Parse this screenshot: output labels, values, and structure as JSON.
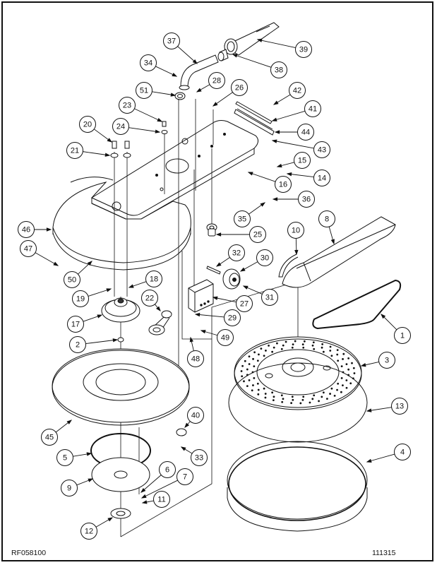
{
  "drawing": {
    "drawing_number": "RF058100",
    "revision_code": "111315",
    "line_color": "#111111",
    "background_color": "#ffffff"
  },
  "callouts": [
    {
      "label": "1",
      "part": "belt-icon"
    },
    {
      "label": "2",
      "part": "washer-icon"
    },
    {
      "label": "3",
      "part": "drive-plate-icon"
    },
    {
      "label": "4",
      "part": "shroud-ring-icon"
    },
    {
      "label": "5",
      "part": "ring-icon"
    },
    {
      "label": "6",
      "part": "fastener-icon"
    },
    {
      "label": "7",
      "part": "fastener-icon"
    },
    {
      "label": "8",
      "part": "cover-icon"
    },
    {
      "label": "9",
      "part": "plate-icon"
    },
    {
      "label": "10",
      "part": "bumper-icon"
    },
    {
      "label": "11",
      "part": "fastener-icon"
    },
    {
      "label": "12",
      "part": "washer-icon"
    },
    {
      "label": "13",
      "part": "ring-icon"
    },
    {
      "label": "14",
      "part": "fastener-icon"
    },
    {
      "label": "15",
      "part": "nut-icon"
    },
    {
      "label": "16",
      "part": "screw-icon"
    },
    {
      "label": "17",
      "part": "pulley-icon"
    },
    {
      "label": "18",
      "part": "washer-icon"
    },
    {
      "label": "19",
      "part": "washer-icon"
    },
    {
      "label": "20",
      "part": "bolt-icon"
    },
    {
      "label": "21",
      "part": "washer-icon"
    },
    {
      "label": "22",
      "part": "idler-arm-icon"
    },
    {
      "label": "23",
      "part": "bolt-icon"
    },
    {
      "label": "24",
      "part": "washer-icon"
    },
    {
      "label": "25",
      "part": "caster-icon"
    },
    {
      "label": "26",
      "part": "nut-icon"
    },
    {
      "label": "27",
      "part": "bracket-icon"
    },
    {
      "label": "28",
      "part": "screw-icon"
    },
    {
      "label": "29",
      "part": "fastener-icon"
    },
    {
      "label": "30",
      "part": "wheel-icon"
    },
    {
      "label": "31",
      "part": "clip-icon"
    },
    {
      "label": "32",
      "part": "axle-icon"
    },
    {
      "label": "33",
      "part": "fastener-icon"
    },
    {
      "label": "34",
      "part": "fastener-icon"
    },
    {
      "label": "35",
      "part": "clip-icon"
    },
    {
      "label": "36",
      "part": "bracket-icon"
    },
    {
      "label": "37",
      "part": "hose-icon"
    },
    {
      "label": "38",
      "part": "coupling-icon"
    },
    {
      "label": "39",
      "part": "nozzle-icon"
    },
    {
      "label": "40",
      "part": "nut-icon"
    },
    {
      "label": "41",
      "part": "strip-icon"
    },
    {
      "label": "42",
      "part": "screw-icon"
    },
    {
      "label": "43",
      "part": "fastener-icon"
    },
    {
      "label": "44",
      "part": "channel-icon"
    },
    {
      "label": "45",
      "part": "base-plate-icon"
    },
    {
      "label": "46",
      "part": "housing-icon"
    },
    {
      "label": "47",
      "part": "fastener-icon"
    },
    {
      "label": "48",
      "part": "fastener-icon"
    },
    {
      "label": "49",
      "part": "fastener-icon"
    },
    {
      "label": "50",
      "part": "label-icon"
    },
    {
      "label": "51",
      "part": "gasket-icon"
    }
  ]
}
